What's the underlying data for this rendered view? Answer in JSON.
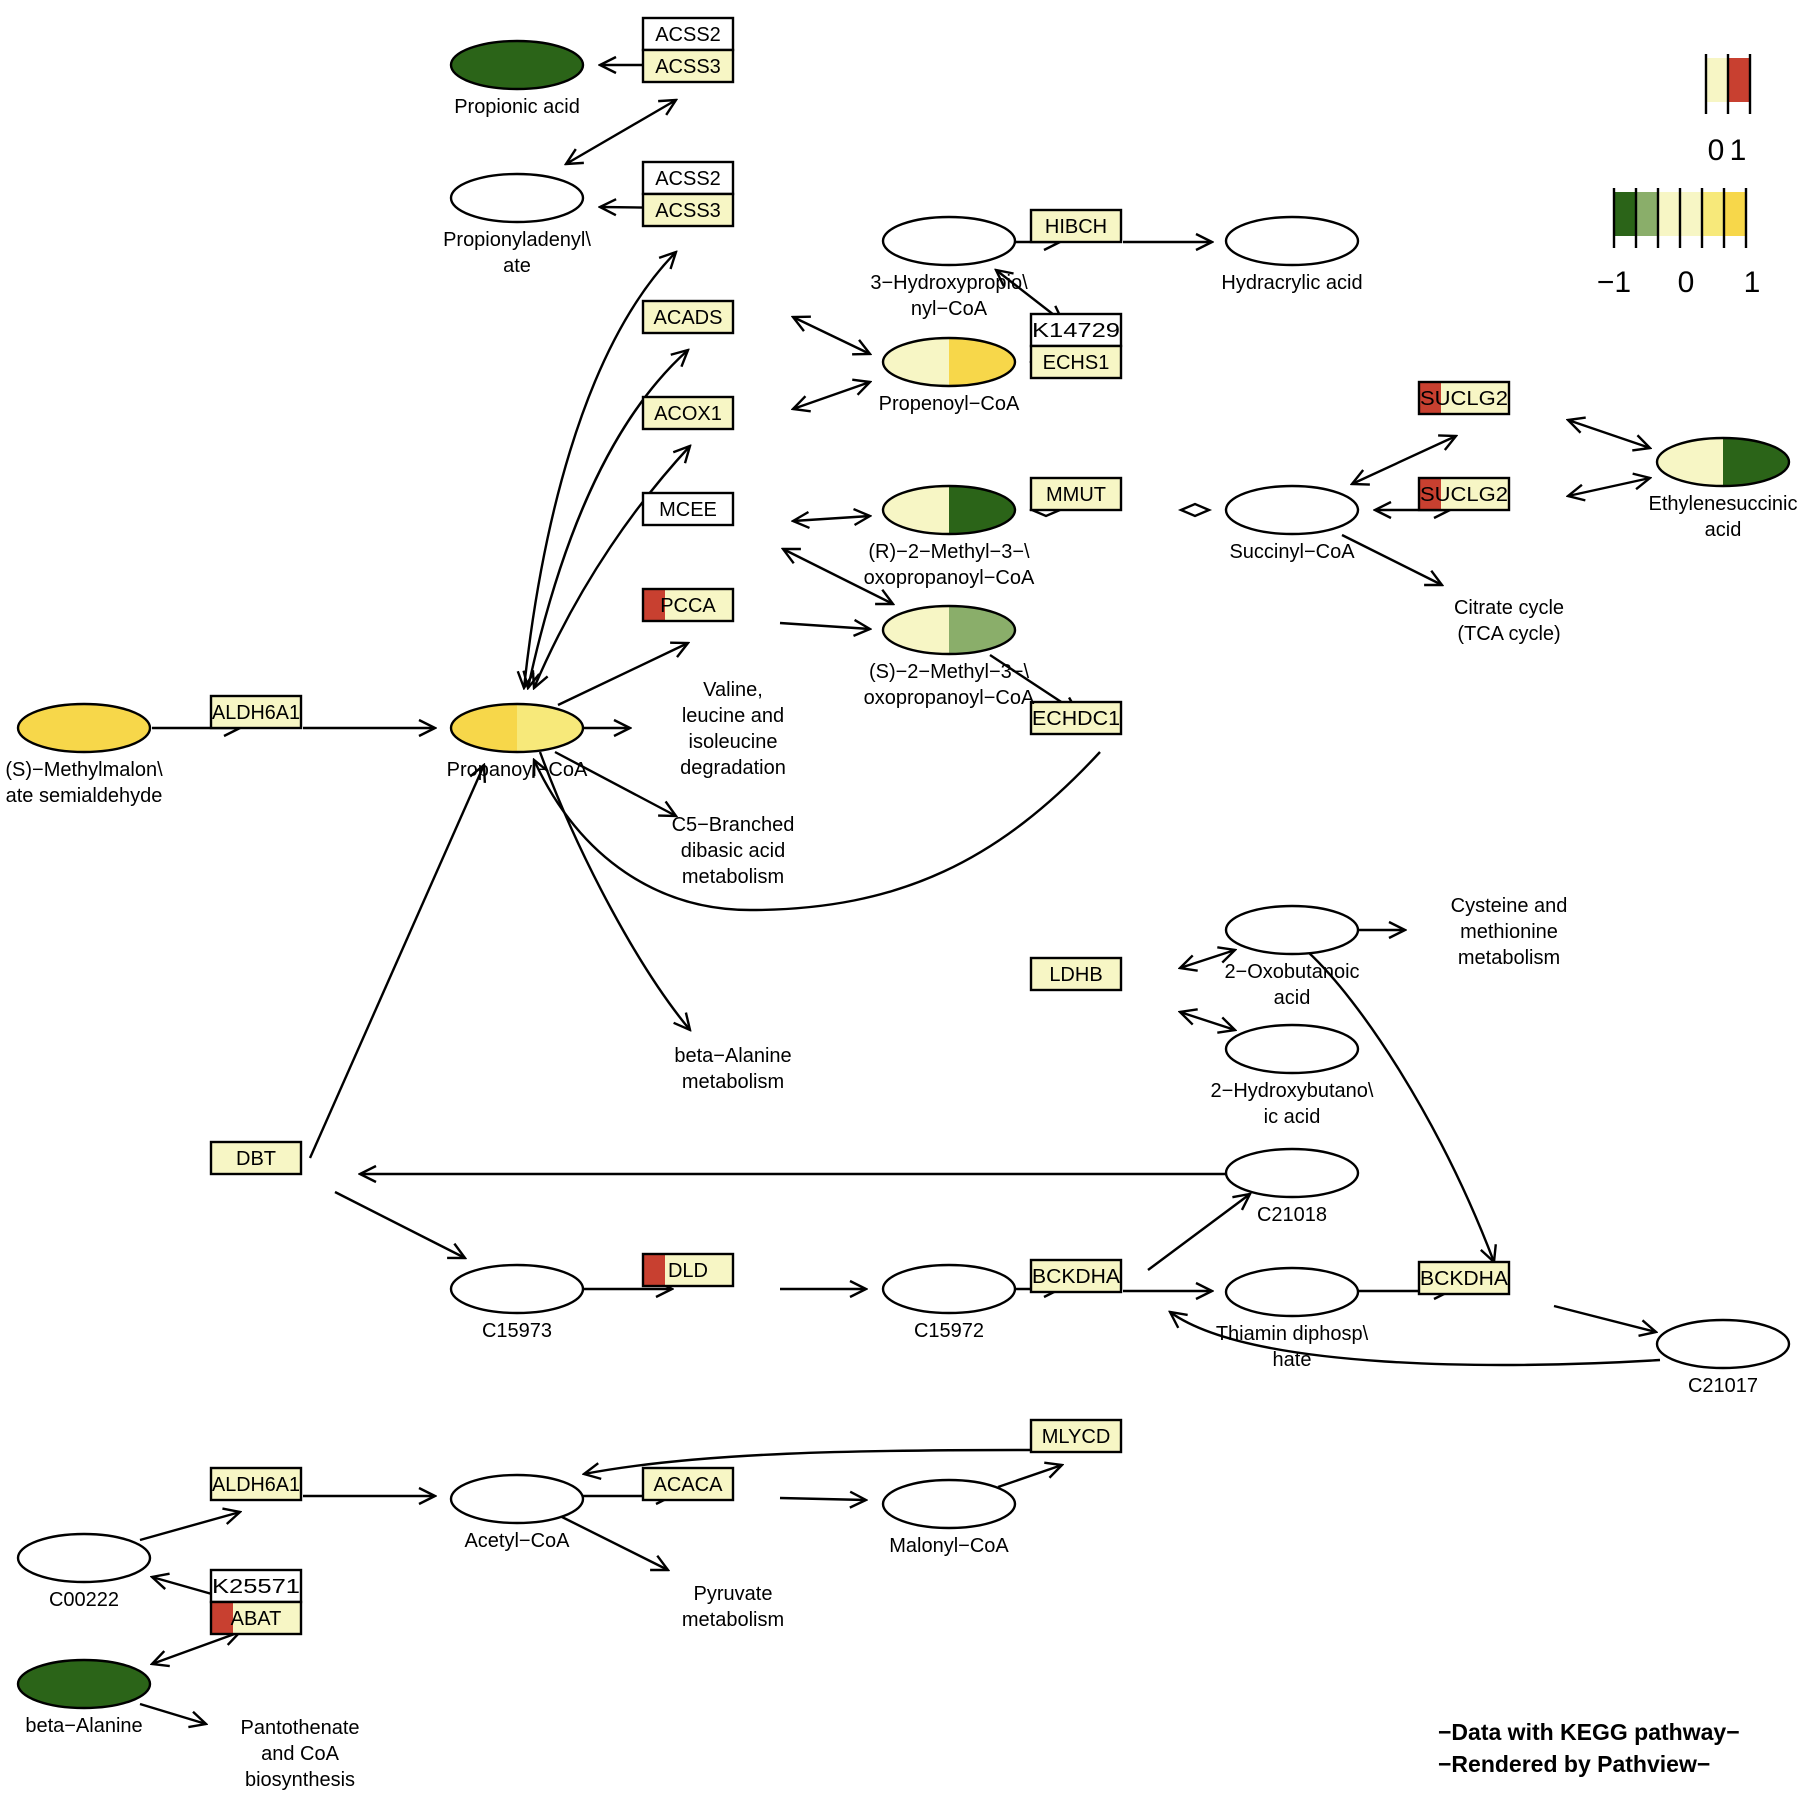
{
  "colors": {
    "white": "#ffffff",
    "neutral": "#f7f6c5",
    "red": "#c84030",
    "dark_green": "#2b6418",
    "light_green": "#8aae6a",
    "light_yellow": "#f7e97a",
    "yellow": "#f7d74a"
  },
  "legends": {
    "gene": {
      "colors": [
        "#f7f6c5",
        "#c84030"
      ],
      "tick_labels": [
        "0",
        "1"
      ]
    },
    "compound": {
      "colors": [
        "#2b6418",
        "#8aae6a",
        "#f7f6c5",
        "#f7f6c5",
        "#f7e97a",
        "#f7d74a"
      ],
      "tick_labels": [
        "-1",
        "0",
        "1"
      ]
    }
  },
  "genes": [
    {
      "id": "g_acss2_a",
      "label": "ACSS2",
      "colors": [
        "#ffffff"
      ]
    },
    {
      "id": "g_acss3_a",
      "label": "ACSS3",
      "colors": [
        "#f7f6c5"
      ]
    },
    {
      "id": "g_acss2_b",
      "label": "ACSS2",
      "colors": [
        "#ffffff"
      ]
    },
    {
      "id": "g_acss3_b",
      "label": "ACSS3",
      "colors": [
        "#f7f6c5"
      ]
    },
    {
      "id": "g_acads",
      "label": "ACADS",
      "colors": [
        "#f7f6c5"
      ]
    },
    {
      "id": "g_acox1",
      "label": "ACOX1",
      "colors": [
        "#f7f6c5"
      ]
    },
    {
      "id": "g_mcee",
      "label": "MCEE",
      "colors": [
        "#ffffff"
      ]
    },
    {
      "id": "g_pcca",
      "label": "PCCA",
      "colors": [
        "#c84030",
        "#f7f6c5"
      ]
    },
    {
      "id": "g_hibch",
      "label": "HIBCH",
      "colors": [
        "#f7f6c5"
      ]
    },
    {
      "id": "g_k14729",
      "label": "K14729",
      "colors": [
        "#ffffff"
      ]
    },
    {
      "id": "g_echs1",
      "label": "ECHS1",
      "colors": [
        "#f7f6c5"
      ]
    },
    {
      "id": "g_mmut",
      "label": "MMUT",
      "colors": [
        "#f7f6c5"
      ]
    },
    {
      "id": "g_echdc1",
      "label": "ECHDC1",
      "colors": [
        "#f7f6c5"
      ]
    },
    {
      "id": "g_suclg2_a",
      "label": "SUCLG2",
      "colors": [
        "#c84030",
        "#f7f6c5"
      ]
    },
    {
      "id": "g_suclg2_b",
      "label": "SUCLG2",
      "colors": [
        "#c84030",
        "#f7f6c5"
      ]
    },
    {
      "id": "g_aldh6a1_a",
      "label": "ALDH6A1",
      "colors": [
        "#f7f6c5"
      ]
    },
    {
      "id": "g_ldhb",
      "label": "LDHB",
      "colors": [
        "#f7f6c5"
      ]
    },
    {
      "id": "g_dbt",
      "label": "DBT",
      "colors": [
        "#f7f6c5"
      ]
    },
    {
      "id": "g_dld",
      "label": "DLD",
      "colors": [
        "#c84030",
        "#f7f6c5"
      ]
    },
    {
      "id": "g_bckdha_a",
      "label": "BCKDHA",
      "colors": [
        "#f7f6c5"
      ]
    },
    {
      "id": "g_bckdha_b",
      "label": "BCKDHA",
      "colors": [
        "#f7f6c5"
      ]
    },
    {
      "id": "g_mlycd",
      "label": "MLYCD",
      "colors": [
        "#f7f6c5"
      ]
    },
    {
      "id": "g_aldh6a1_b",
      "label": "ALDH6A1",
      "colors": [
        "#f7f6c5"
      ]
    },
    {
      "id": "g_acaca",
      "label": "ACACA",
      "colors": [
        "#f7f6c5"
      ]
    },
    {
      "id": "g_k25571",
      "label": "K25571",
      "colors": [
        "#ffffff"
      ]
    },
    {
      "id": "g_abat",
      "label": "ABAT",
      "colors": [
        "#c84030",
        "#f7f6c5"
      ]
    }
  ],
  "compounds": [
    {
      "id": "c_propionic",
      "label": [
        "Propionic acid"
      ],
      "colors": [
        "#2b6418",
        "#2b6418"
      ]
    },
    {
      "id": "c_propionyladenylate",
      "label": [
        "Propionyladenyl\\",
        "ate"
      ],
      "colors": [
        "#ffffff"
      ]
    },
    {
      "id": "c_3hp_coa",
      "label": [
        "3−Hydroxypropio\\",
        "nyl−CoA"
      ],
      "colors": [
        "#ffffff"
      ]
    },
    {
      "id": "c_hydracrylic",
      "label": [
        "Hydracrylic acid"
      ],
      "colors": [
        "#ffffff"
      ]
    },
    {
      "id": "c_propenoyl",
      "label": [
        "Propenoyl−CoA"
      ],
      "colors": [
        "#f7f6c5",
        "#f7d74a"
      ]
    },
    {
      "id": "c_r_mmcoa",
      "label": [
        "(R)−2−Methyl−3−\\",
        "oxopropanoyl−CoA"
      ],
      "colors": [
        "#f7f6c5",
        "#2b6418"
      ]
    },
    {
      "id": "c_s_mmcoa",
      "label": [
        "(S)−2−Methyl−3−\\",
        "oxopropanoyl−CoA"
      ],
      "colors": [
        "#f7f6c5",
        "#8aae6a"
      ]
    },
    {
      "id": "c_succinyl",
      "label": [
        "Succinyl−CoA"
      ],
      "colors": [
        "#ffffff"
      ]
    },
    {
      "id": "c_ethylenesuccinic",
      "label": [
        "Ethylenesuccinic",
        "acid"
      ],
      "colors": [
        "#f7f6c5",
        "#2b6418"
      ]
    },
    {
      "id": "c_s_mmsa",
      "label": [
        "(S)−Methylmalon\\",
        "ate semialdehyde"
      ],
      "colors": [
        "#f7d74a",
        "#f7d74a"
      ]
    },
    {
      "id": "c_propanoyl",
      "label": [
        "Propanoyl−CoA"
      ],
      "colors": [
        "#f7d74a",
        "#f7e97a"
      ]
    },
    {
      "id": "c_2oxobut",
      "label": [
        "2−Oxobutanoic",
        "acid"
      ],
      "colors": [
        "#ffffff"
      ]
    },
    {
      "id": "c_2hydroxybut",
      "label": [
        "2−Hydroxybutano\\",
        "ic acid"
      ],
      "colors": [
        "#ffffff"
      ]
    },
    {
      "id": "c_c21018",
      "label": [
        "C21018"
      ],
      "colors": [
        "#ffffff"
      ]
    },
    {
      "id": "c_c15973",
      "label": [
        "C15973"
      ],
      "colors": [
        "#ffffff"
      ]
    },
    {
      "id": "c_c15972",
      "label": [
        "C15972"
      ],
      "colors": [
        "#ffffff"
      ]
    },
    {
      "id": "c_thiamin",
      "label": [
        "Thiamin diphosp\\",
        "hate"
      ],
      "colors": [
        "#ffffff"
      ]
    },
    {
      "id": "c_c21017",
      "label": [
        "C21017"
      ],
      "colors": [
        "#ffffff"
      ]
    },
    {
      "id": "c_acetylcoa",
      "label": [
        "Acetyl−CoA"
      ],
      "colors": [
        "#ffffff"
      ]
    },
    {
      "id": "c_malonylcoa",
      "label": [
        "Malonyl−CoA"
      ],
      "colors": [
        "#ffffff"
      ]
    },
    {
      "id": "c_c00222",
      "label": [
        "C00222"
      ],
      "colors": [
        "#ffffff"
      ]
    },
    {
      "id": "c_beta_alanine",
      "label": [
        "beta−Alanine"
      ],
      "colors": [
        "#2b6418",
        "#2b6418"
      ]
    }
  ],
  "pathways": [
    {
      "id": "p_valine",
      "label": [
        "Valine,",
        "leucine and",
        "isoleucine",
        "degradation"
      ]
    },
    {
      "id": "p_c5",
      "label": [
        "C5−Branched",
        "dibasic acid",
        "metabolism"
      ]
    },
    {
      "id": "p_betaala",
      "label": [
        "beta−Alanine",
        "metabolism"
      ]
    },
    {
      "id": "p_tca",
      "label": [
        "Citrate cycle",
        "(TCA cycle)"
      ]
    },
    {
      "id": "p_cys",
      "label": [
        "Cysteine and",
        "methionine",
        "metabolism"
      ]
    },
    {
      "id": "p_pyruvate",
      "label": [
        "Pyruvate",
        "metabolism"
      ]
    },
    {
      "id": "p_pantothenate",
      "label": [
        "Pantothenate",
        "and CoA",
        "biosynthesis"
      ]
    }
  ],
  "footer": {
    "line1": "−Data with KEGG pathway−",
    "line2": "−Rendered  by  Pathview−"
  }
}
